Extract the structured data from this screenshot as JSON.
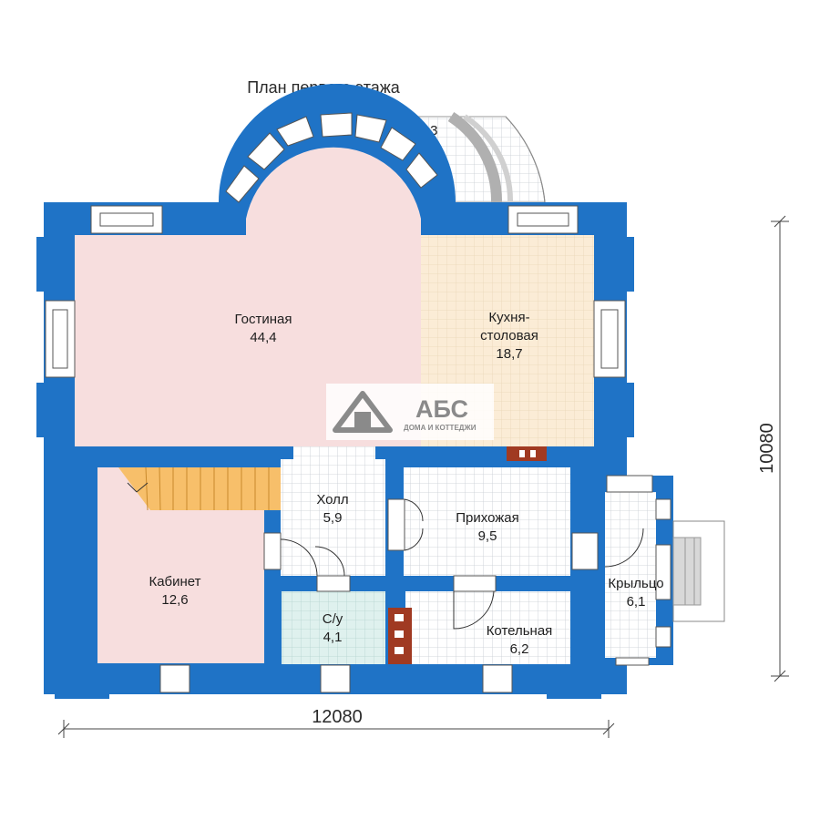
{
  "title": "План первого этажа",
  "colors": {
    "wall": "#1f73c6",
    "wall_edge": "#1553a0",
    "living": "#f7dede",
    "kitchen": "#fbecd6",
    "hall": "#ffffff",
    "bathroom": "#dff1ee",
    "stairs": "#f7bf6a",
    "chimney": "#a03a22"
  },
  "rooms": [
    {
      "name": "Гостиная",
      "area": "44,4"
    },
    {
      "name": "Кухня-",
      "name2": "столовая",
      "area": "18,7"
    },
    {
      "name": "Холл",
      "area": "5,9"
    },
    {
      "name": "Прихожая",
      "area": "9,5"
    },
    {
      "name": "Кабинет",
      "area": "12,6"
    },
    {
      "name": "С/у",
      "area": "4,1"
    },
    {
      "name": "Котельная",
      "area": "6,2"
    },
    {
      "name": "Крыльцо",
      "area": "6,1"
    }
  ],
  "terrace": {
    "area": "2,3"
  },
  "dimensions": {
    "width": "12080",
    "height": "10080"
  },
  "logo": {
    "mark": "АБС",
    "subtitle": "ДОМА И КОТТЕДЖИ"
  }
}
